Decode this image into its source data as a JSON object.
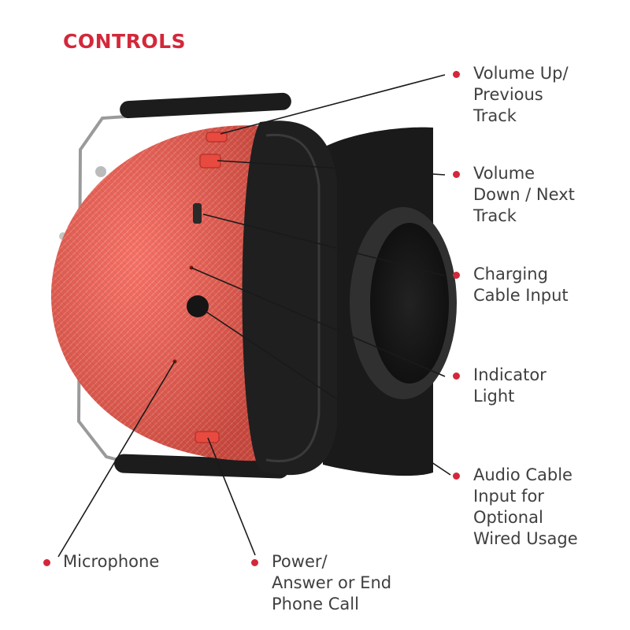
{
  "title": "CONTROLS",
  "colors": {
    "accent": "#d3283a",
    "shell": "#f2574b",
    "cushion": "#1e1e1e",
    "text": "#3f3f3f"
  },
  "callouts": [
    {
      "id": "volume-up",
      "text": "Volume Up/\nPrevious\nTrack"
    },
    {
      "id": "volume-down",
      "text": "Volume\nDown / Next\nTrack"
    },
    {
      "id": "charging",
      "text": "Charging\nCable Input"
    },
    {
      "id": "indicator",
      "text": "Indicator\nLight"
    },
    {
      "id": "audio-cable",
      "text": "Audio Cable\nInput for\nOptional\nWired Usage"
    },
    {
      "id": "microphone",
      "text": "Microphone"
    },
    {
      "id": "power",
      "text": "Power/\nAnswer or End\nPhone Call"
    }
  ]
}
